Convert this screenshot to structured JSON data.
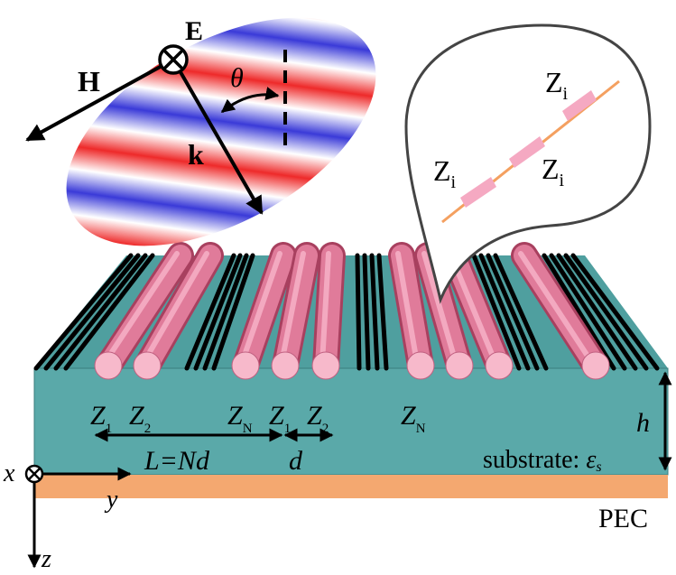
{
  "wave": {
    "e_label": "E",
    "h_label": "H",
    "k_label": "k",
    "theta_label": "θ"
  },
  "inset": {
    "impedance_labels": [
      "Z",
      "Z",
      "Z"
    ],
    "impedance_sub": "i"
  },
  "array": {
    "wire_labels": [
      {
        "base": "Z",
        "sub": "1"
      },
      {
        "base": "Z",
        "sub": "2"
      },
      {
        "base": "Z",
        "sub": "N"
      },
      {
        "base": "Z",
        "sub": "1"
      },
      {
        "base": "Z",
        "sub": "2"
      },
      {
        "base": "Z",
        "sub": "N"
      }
    ],
    "period_label": "L=Nd",
    "spacing_label": "d"
  },
  "substrate": {
    "thickness_label": "h",
    "label": "substrate: ",
    "eps_label": "ε",
    "eps_sub": "s"
  },
  "ground": {
    "label": "PEC"
  },
  "axes": {
    "x": "x",
    "y": "y",
    "z": "z"
  },
  "colors": {
    "substrate_front": "#5aa9a9",
    "substrate_top": "#4f9f9f",
    "pec": "#f4a870",
    "wire": "#e07b9a",
    "wire_end": "#f7b9cb",
    "strip": "#000000",
    "wave_red": "#ee2a2a",
    "wave_blue": "#3a3ad8",
    "inset_line": "#f4a060",
    "inset_load": "#f5a9c2"
  }
}
